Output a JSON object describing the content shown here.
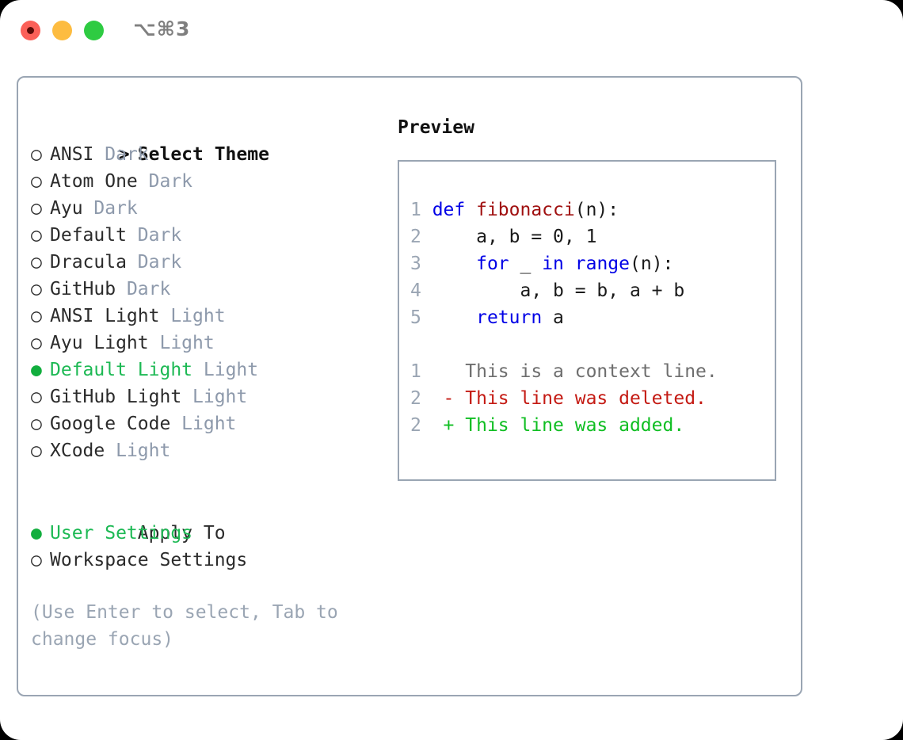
{
  "window": {
    "titlebar_shortcut": "⌥⌘3",
    "traffic_lights": {
      "close": "close-button",
      "minimize": "minimize-button",
      "maximize": "maximize-button"
    }
  },
  "colors": {
    "panel_border": "#9AA5B3",
    "selected_green": "#1DB954",
    "tag_gray": "#8D99AB",
    "keyword_blue": "#0000E6",
    "function_red": "#A01010",
    "diff_deleted": "#C41A13",
    "diff_added": "#0FBE22",
    "line_number": "#9AA5B3"
  },
  "theme_panel": {
    "heading_prefix": "> ",
    "heading": "Select Theme",
    "bullet_selected": "●",
    "bullet_unselected": "○",
    "items": [
      {
        "name": "ANSI",
        "tag": "Dark",
        "selected": false
      },
      {
        "name": "Atom One",
        "tag": "Dark",
        "selected": false
      },
      {
        "name": "Ayu",
        "tag": "Dark",
        "selected": false
      },
      {
        "name": "Default",
        "tag": "Dark",
        "selected": false
      },
      {
        "name": "Dracula",
        "tag": "Dark",
        "selected": false
      },
      {
        "name": "GitHub",
        "tag": "Dark",
        "selected": false
      },
      {
        "name": "ANSI Light",
        "tag": "Light",
        "selected": false
      },
      {
        "name": "Ayu Light",
        "tag": "Light",
        "selected": false
      },
      {
        "name": "Default Light",
        "tag": "Light",
        "selected": true
      },
      {
        "name": "GitHub Light",
        "tag": "Light",
        "selected": false
      },
      {
        "name": "Google Code",
        "tag": "Light",
        "selected": false
      },
      {
        "name": "XCode",
        "tag": "Light",
        "selected": false
      }
    ]
  },
  "apply_to": {
    "heading": "Apply To",
    "items": [
      {
        "name": "User Settings",
        "selected": true
      },
      {
        "name": "Workspace Settings",
        "selected": false
      }
    ]
  },
  "hint": "(Use Enter to select, Tab to change focus)",
  "preview": {
    "title": "Preview",
    "code_lines": [
      {
        "number": "1",
        "tokens": [
          {
            "text": "def ",
            "style": "kw"
          },
          {
            "text": "fibonacci",
            "style": "fn"
          },
          {
            "text": "(n):",
            "style": "plain"
          }
        ]
      },
      {
        "number": "2",
        "tokens": [
          {
            "text": "    a, b = 0, 1",
            "style": "plain"
          }
        ]
      },
      {
        "number": "3",
        "tokens": [
          {
            "text": "    ",
            "style": "plain"
          },
          {
            "text": "for",
            "style": "kw"
          },
          {
            "text": " _ ",
            "style": "plain"
          },
          {
            "text": "in",
            "style": "kw"
          },
          {
            "text": " ",
            "style": "plain"
          },
          {
            "text": "range",
            "style": "kw"
          },
          {
            "text": "(n):",
            "style": "plain"
          }
        ]
      },
      {
        "number": "4",
        "tokens": [
          {
            "text": "        a, b = b, a + b",
            "style": "plain"
          }
        ]
      },
      {
        "number": "5",
        "tokens": [
          {
            "text": "    ",
            "style": "plain"
          },
          {
            "text": "return",
            "style": "kw"
          },
          {
            "text": " a",
            "style": "plain"
          }
        ]
      }
    ],
    "diff_lines": [
      {
        "number": "1",
        "marker": " ",
        "text": "This is a context line.",
        "style": "ctx"
      },
      {
        "number": "2",
        "marker": "-",
        "text": "This line was deleted.",
        "style": "del"
      },
      {
        "number": "2",
        "marker": "+",
        "text": "This line was added.",
        "style": "add"
      }
    ]
  }
}
